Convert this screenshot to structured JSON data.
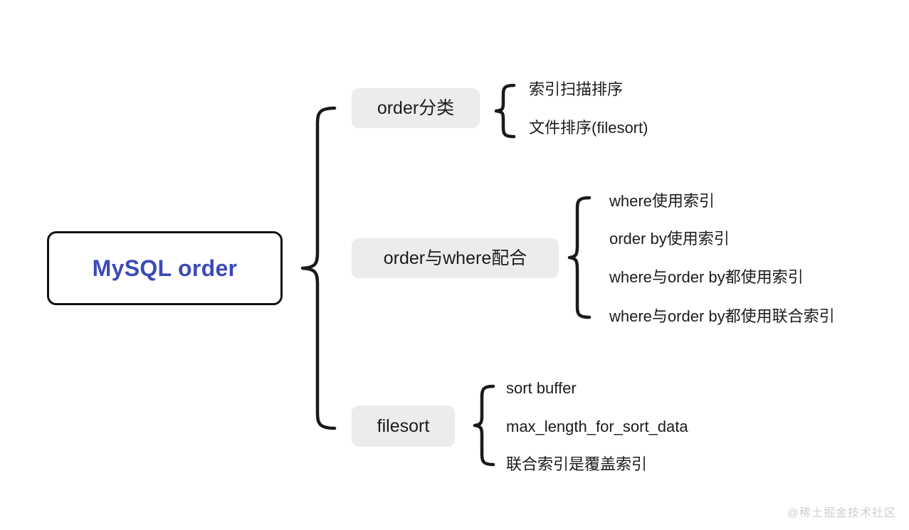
{
  "diagram": {
    "title": "MySQL order",
    "root": {
      "label": "MySQL order",
      "text_color": "#3b4bb5",
      "border_color": "#111111",
      "background": "#ffffff"
    },
    "branch_pill_background": "#ececec",
    "branch_text_color": "#1c1c1c",
    "branches": [
      {
        "label": "order分类",
        "children": [
          "索引扫描排序",
          "文件排序(filesort)"
        ]
      },
      {
        "label": "order与where配合",
        "children": [
          "where使用索引",
          "order by使用索引",
          "where与order by都使用索引",
          "where与order by都使用联合索引"
        ]
      },
      {
        "label": "filesort",
        "children": [
          "sort buffer",
          "max_length_for_sort_data",
          "联合索引是覆盖索引"
        ]
      }
    ]
  },
  "watermark": {
    "text": "@稀土掘金技术社区",
    "color": "#cfcfcf"
  }
}
